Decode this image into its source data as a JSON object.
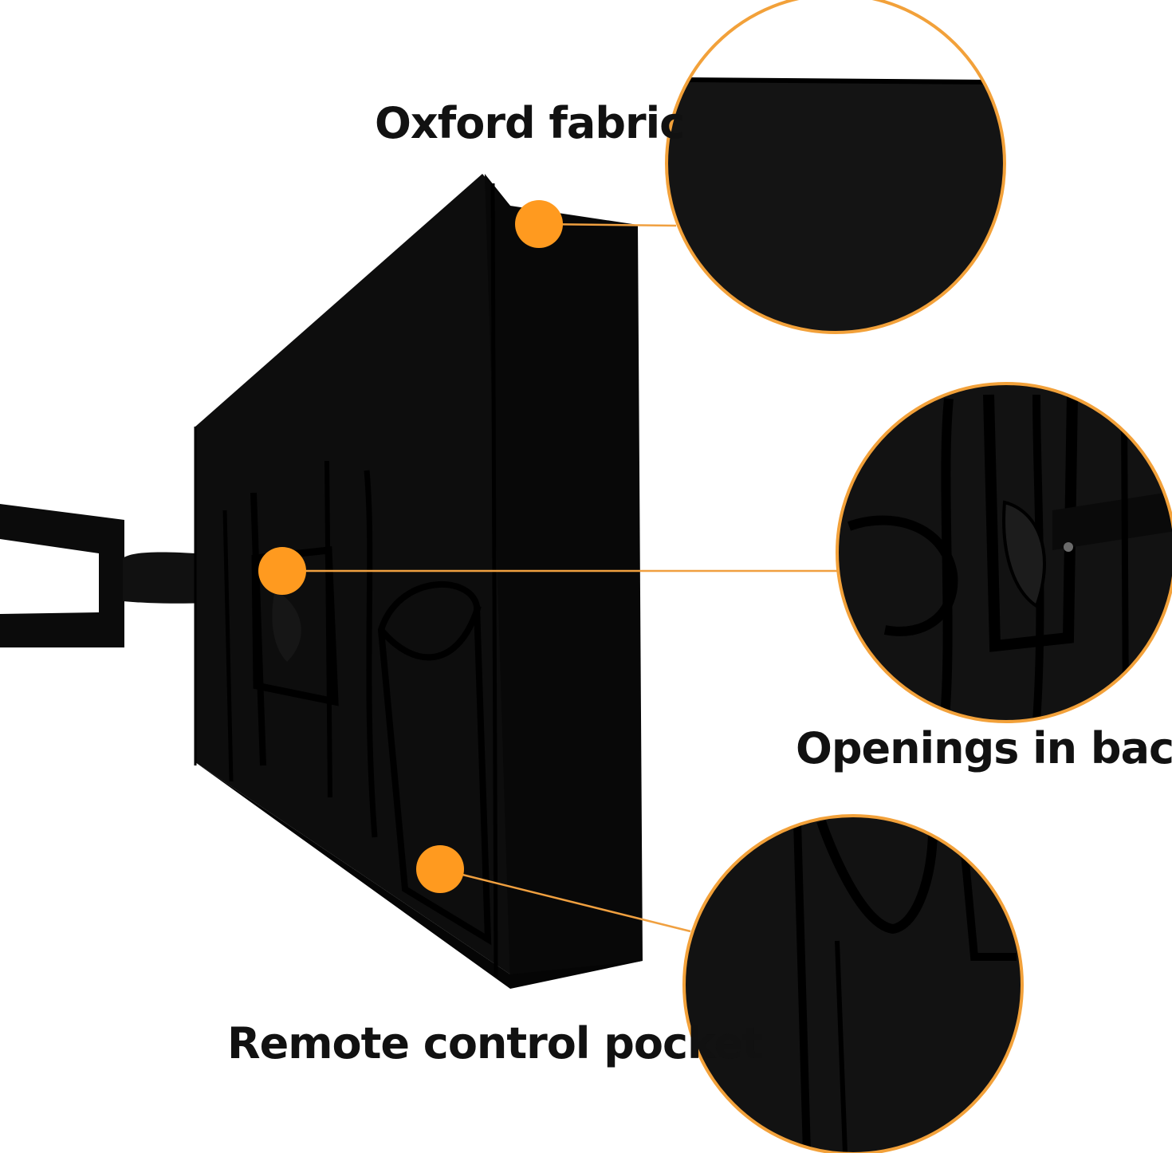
{
  "callouts": {
    "oxford_fabric": {
      "label": "Oxford fabric"
    },
    "openings_in_back": {
      "label": "Openings in back"
    },
    "remote_control_pocket": {
      "label": "Remote control pocket"
    }
  },
  "colors": {
    "background": "#ffffff",
    "cover": "#0b0b0b",
    "cover_seam": "#000000",
    "accent_orange": "#ff9a1f",
    "leader_line": "#f0a040",
    "zoom_ring": "#f2a13a",
    "label_text": "#111111"
  },
  "icons": {
    "marker": "orange-dot",
    "zoom": "magnified-circle"
  }
}
